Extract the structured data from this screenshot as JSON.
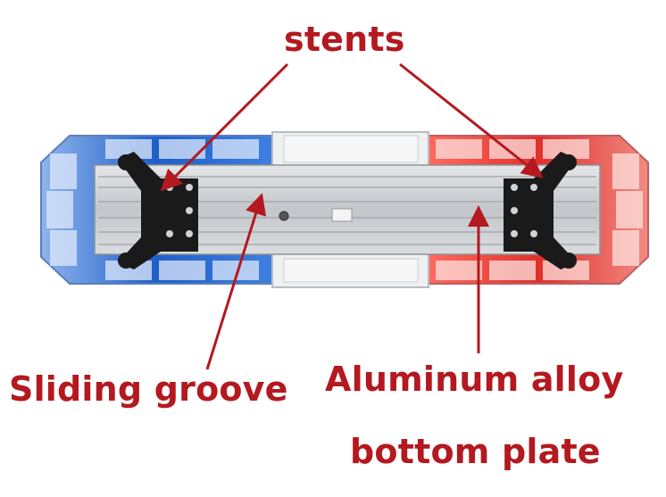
{
  "labels": {
    "stents": "stents",
    "sliding_groove": "Sliding groove",
    "aluminum_line1": "Aluminum alloy",
    "aluminum_line2": "bottom plate"
  },
  "colors": {
    "label_red": "#b3191f",
    "arrow_red": "#b3191f",
    "blue_lens": "#1e5fc8",
    "red_lens": "#e0302c",
    "aluminum": "#c9ccd0",
    "bracket": "#1a1a1a"
  }
}
